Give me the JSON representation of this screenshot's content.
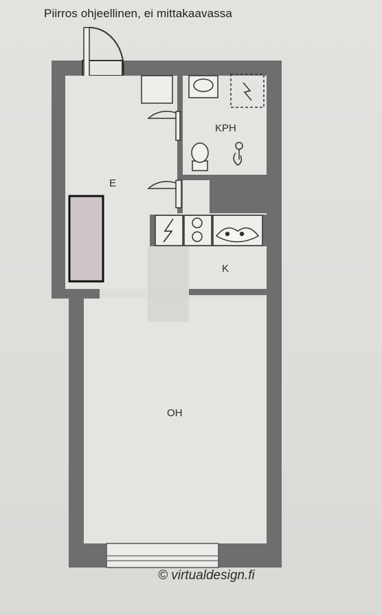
{
  "header": {
    "caption": "Piirros ohjeellinen, ei mittakaavassa"
  },
  "rooms": {
    "entrance": "E",
    "bathroom": "KPH",
    "kitchen": "K",
    "living_room": "OH"
  },
  "footer": {
    "credit": "© virtualdesign.fi"
  },
  "colors": {
    "wall": "#6e6e6e",
    "floor": "#e4e4e1",
    "fixture_stroke": "#333333",
    "wardrobe_fill": "#cdc5c7"
  },
  "icons": [
    "door-swing-icon",
    "sink-icon",
    "toilet-icon",
    "shower-icon",
    "floor-drain-icon",
    "electric-symbol-icon",
    "stove-icon",
    "kitchen-sink-icon"
  ]
}
